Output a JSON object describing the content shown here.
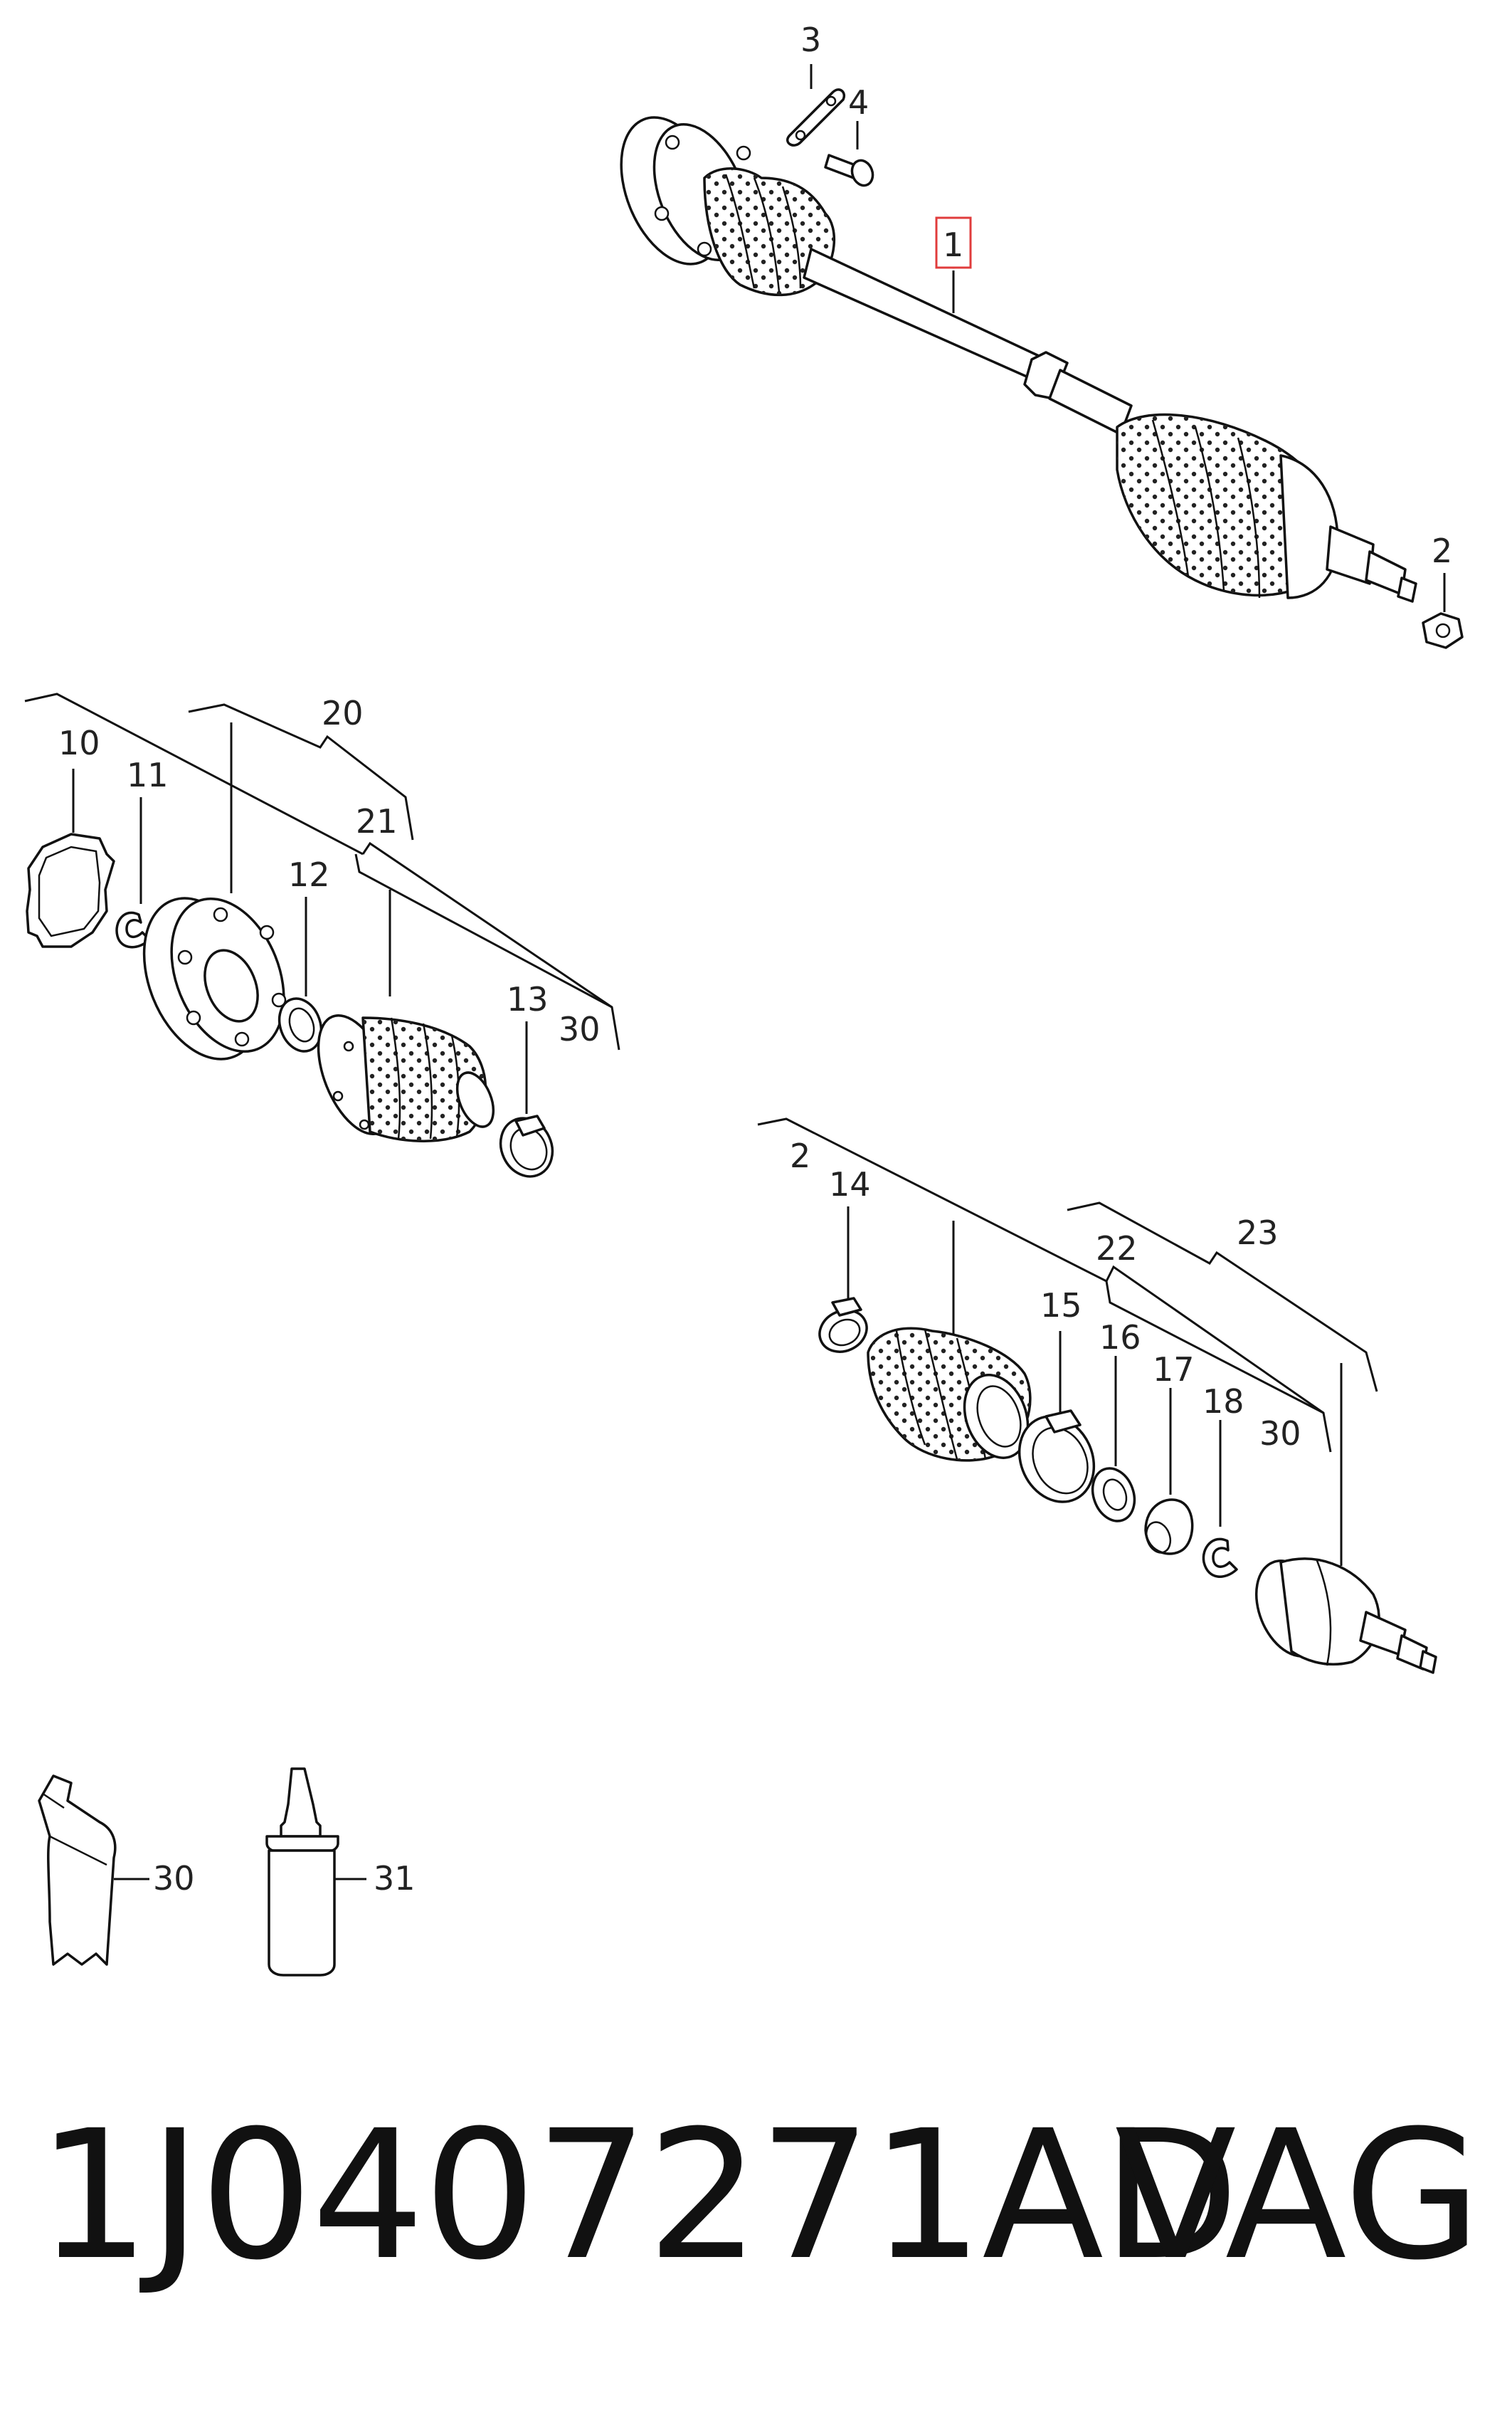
{
  "labels": {
    "l1": "1",
    "l2_top": "2",
    "l3": "3",
    "l4": "4",
    "l10": "10",
    "l11": "11",
    "l12": "12",
    "l13": "13",
    "l20": "20",
    "l21": "21",
    "l30_left": "30",
    "l2_right": "2",
    "l14": "14",
    "l15": "15",
    "l16": "16",
    "l17": "17",
    "l18": "18",
    "l22": "22",
    "l23": "23",
    "l30_right": "30",
    "l30_tube": "30",
    "l31": "31"
  },
  "footer": {
    "part_number": "1J0407271AD",
    "brand": "VAG"
  },
  "colors": {
    "highlight_box": "#e03c3c",
    "line": "#111111"
  }
}
